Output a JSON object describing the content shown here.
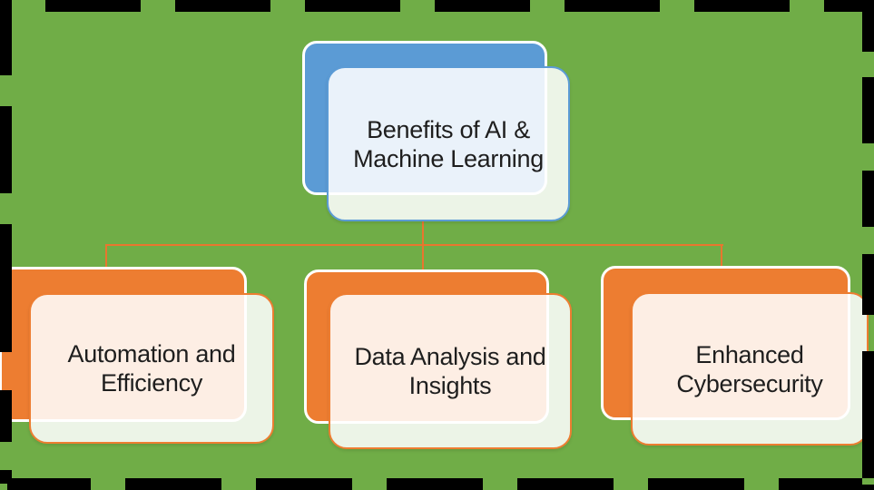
{
  "colors": {
    "green-bg": "#70AD47",
    "accent-blue": "#5B9BD5",
    "accent-orange": "#ED7D31",
    "connector-orange": "#E8762E",
    "frame-black": "#000000",
    "text-dark": "#1E1E1E",
    "panel-white": "rgba(255,255,255,0.87)"
  },
  "root": {
    "label": "Benefits of AI &\nMachine Learning"
  },
  "children": [
    {
      "label": "Automation and\nEfficiency"
    },
    {
      "label": "Data Analysis and\nInsights"
    },
    {
      "label": "Enhanced\nCybersecurity"
    }
  ]
}
